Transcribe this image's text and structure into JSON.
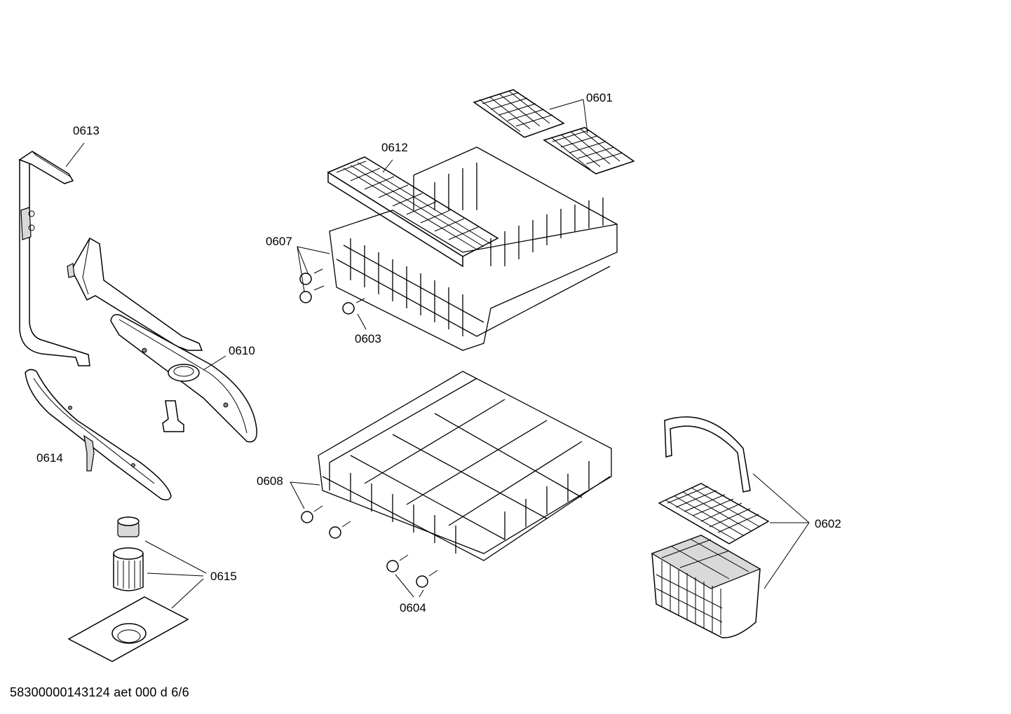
{
  "diagram": {
    "labels": {
      "p0601": "0601",
      "p0602": "0602",
      "p0603": "0603",
      "p0604": "0604",
      "p0607": "0607",
      "p0608": "0608",
      "p0610": "0610",
      "p0612": "0612",
      "p0613": "0613",
      "p0614": "0614",
      "p0615": "0615"
    },
    "footer_code": "58300000143124 aet 000 d 6/6"
  }
}
